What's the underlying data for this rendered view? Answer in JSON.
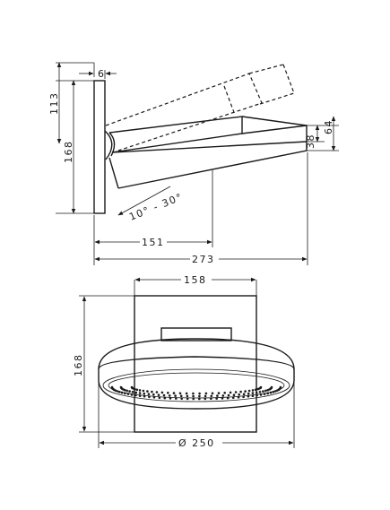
{
  "side_view": {
    "dim_wall_thickness": "6",
    "dim_height_top": "113",
    "dim_height_total": "168",
    "dim_arm_reach": "151",
    "dim_total_length": "273",
    "dim_head_thickness": "38",
    "dim_head_height": "64",
    "dim_angle": "10° - 30°"
  },
  "front_view": {
    "dim_plate_width": "158",
    "dim_height": "168",
    "dim_diameter": "Ø 250"
  }
}
